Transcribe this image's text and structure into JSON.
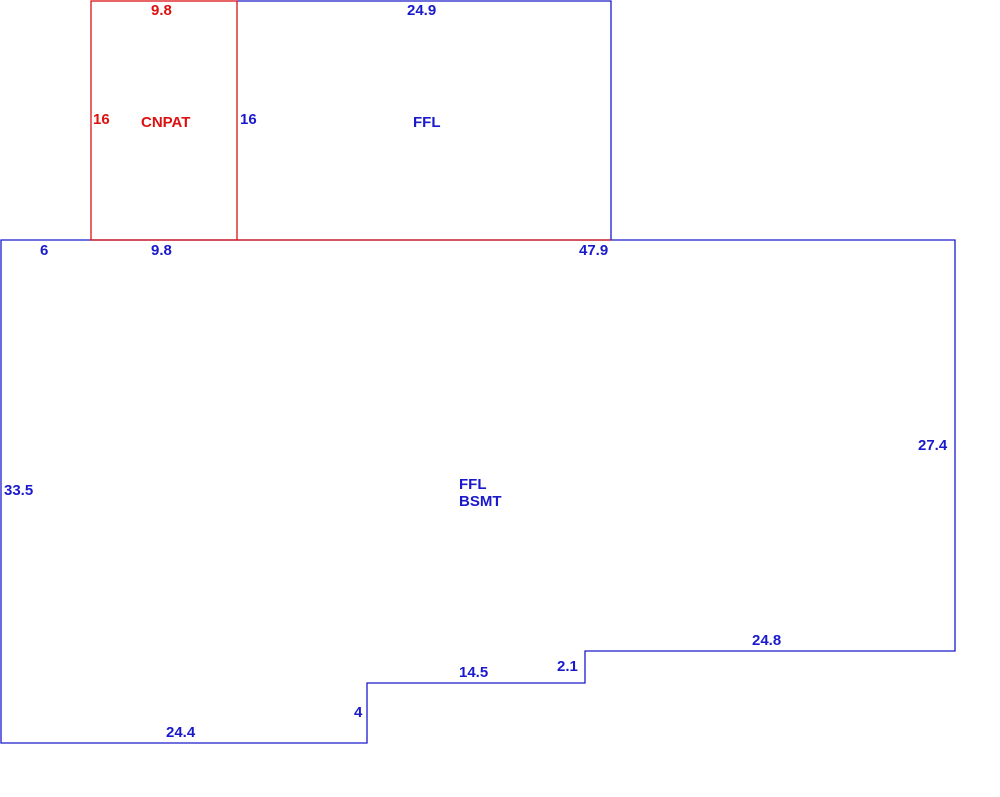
{
  "colors": {
    "main_outline": "#1a1acc",
    "patio_outline": "#dd1111",
    "blue_text": "#1a1acc",
    "red_text": "#dd1111"
  },
  "areas": {
    "patio": {
      "label": "CNPAT"
    },
    "upper_ffl": {
      "label": "FFL"
    },
    "lower": {
      "label_line1": "FFL",
      "label_line2": "BSMT"
    }
  },
  "dimensions": {
    "patio_top": "9.8",
    "patio_left": "16",
    "upper_top": "24.9",
    "upper_left": "16",
    "lower_top_left": "6",
    "lower_top_mid": "9.8",
    "lower_top_right": "47.9",
    "lower_right": "27.4",
    "lower_left": "33.5",
    "step_right_top": "24.8",
    "step_mid_top": "14.5",
    "step_small": "2.1",
    "step_left": "4",
    "bottom_left": "24.4"
  }
}
